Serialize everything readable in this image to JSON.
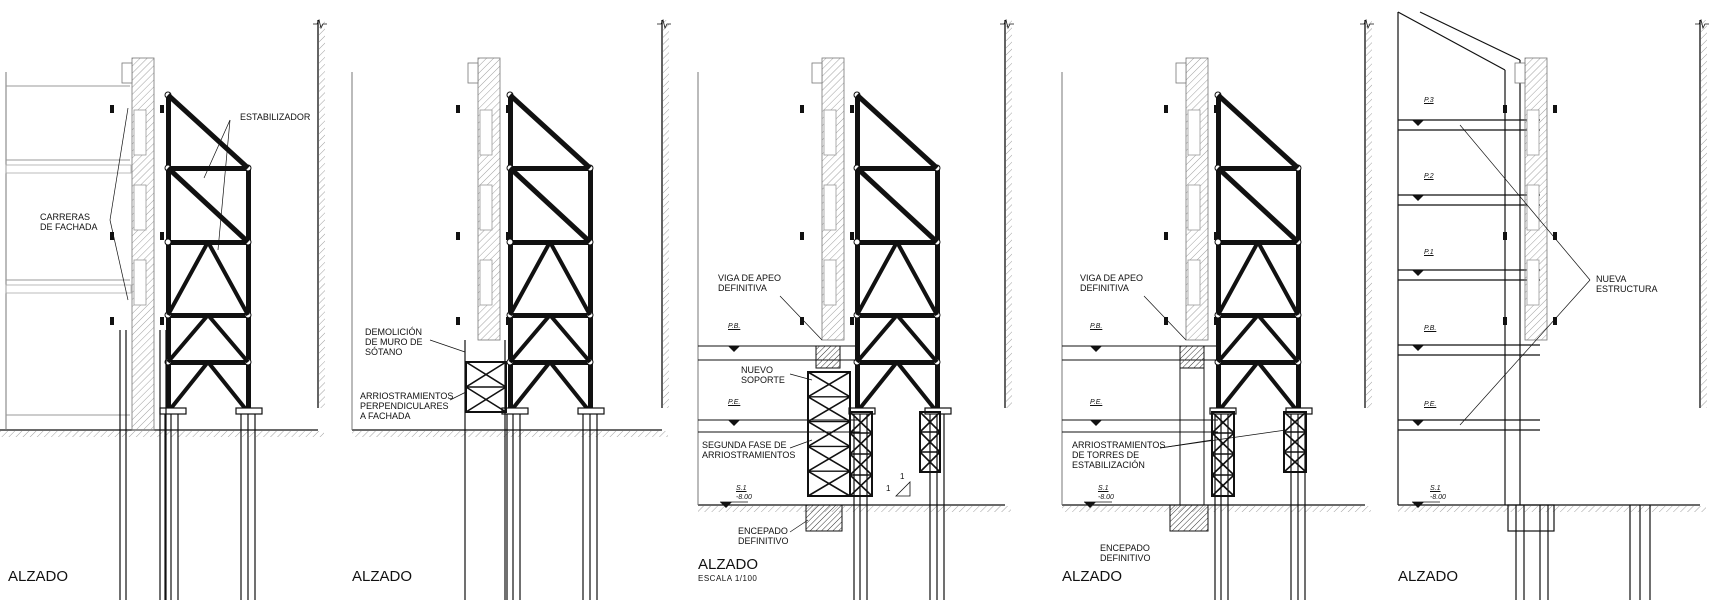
{
  "titles": [
    "ALZADO",
    "ALZADO",
    "ALZADO",
    "ALZADO",
    "ALZADO"
  ],
  "scale_note": "ESCALA 1/100",
  "labels": {
    "estabilizador": "ESTABILIZADOR",
    "carreras": "CARRERAS\nDE FACHADA",
    "demolicion": "DEMOLICIÓN\nDE MURO DE\nSÓTANO",
    "arriostramientos_perp": "ARRIOSTRAMIENTOS\nPERPENDICULARES\nA FACHADA",
    "viga_apeo_3": "VIGA DE APEO\nDEFINITIVA",
    "nuevo_soporte": "NUEVO\nSOPORTE",
    "segunda_fase": "SEGUNDA FASE DE\nARRIOSTRAMIENTOS",
    "encepado_3": "ENCEPADO\nDEFINITIVO",
    "viga_apeo_4": "VIGA DE APEO\nDEFINITIVA",
    "arriostramientos_torres": "ARRIOSTRAMIENTOS\nDE TORRES DE\nESTABILIZACIÓN",
    "encepado_4": "ENCEPADO\nDEFINITIVO",
    "nueva_estructura": "NUEVA\nESTRUCTURA"
  },
  "levels": {
    "pb": "P.B.",
    "pe": "P.E.",
    "s1": "S.1",
    "s1_value": "-8.00",
    "p1": "P.1",
    "p2": "P.2",
    "p3": "P.3"
  },
  "slope": {
    "rise": "1",
    "run": "1"
  }
}
